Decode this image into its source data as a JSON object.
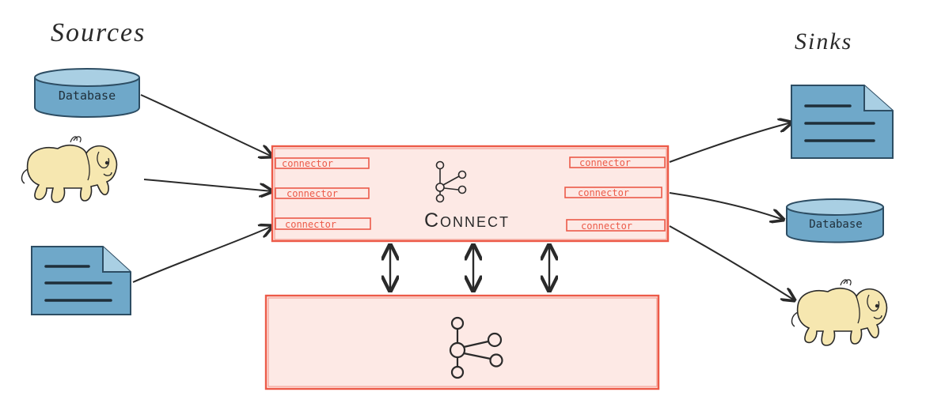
{
  "labels": {
    "sources": "Sources",
    "sinks": "Sinks",
    "connect": "Connect",
    "connector": "connector",
    "database": "Database"
  },
  "colors": {
    "blue_fill": "#6fa8c9",
    "blue_light": "#a9cfe3",
    "blue_stroke": "#2d4d63",
    "red_stroke": "#ec5a48",
    "pink_fill": "#fde9e5",
    "elephant_fill": "#f6e7b0",
    "ink": "#2a2a2a"
  },
  "icons": {
    "source_database": "database-cylinder-icon",
    "source_hadoop": "hadoop-elephant-icon",
    "source_file": "document-icon",
    "sink_file": "document-icon",
    "sink_database": "database-cylinder-icon",
    "sink_hadoop": "hadoop-elephant-icon",
    "connect_logo": "kafka-logo-icon",
    "kafka_logo": "kafka-logo-icon"
  }
}
